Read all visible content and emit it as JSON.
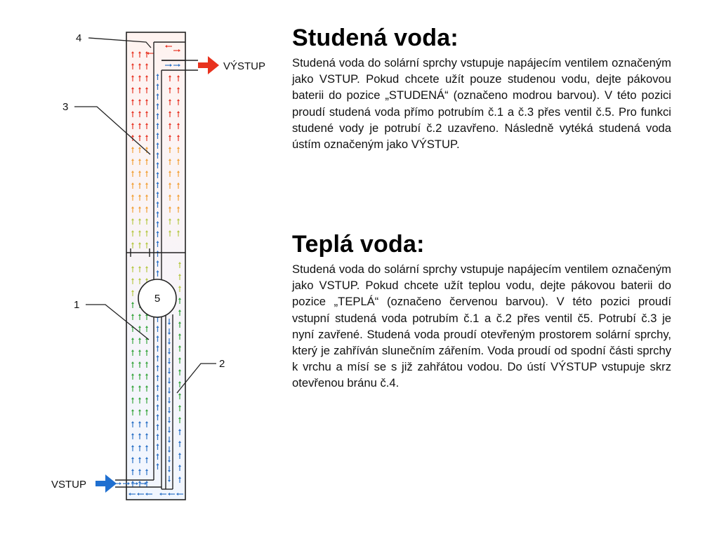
{
  "labels": {
    "vystup": "VÝSTUP",
    "vstup": "VSTUP",
    "n1": "1",
    "n2": "2",
    "n3": "3",
    "n4": "4",
    "n5": "5"
  },
  "colors": {
    "hot": "#e83a2a",
    "warm": "#f2a23a",
    "mild": "#b8c94a",
    "green": "#3aa640",
    "cold": "#2f74c8",
    "out_arrow": "#e8321e",
    "in_arrow": "#1f6fd0"
  },
  "sections": {
    "cold": {
      "title": "Studená voda:",
      "text": "Studená voda do solární sprchy vstupuje napájecím ventilem označeným jako VSTUP. Pokud chcete užít pouze studenou vodu, dejte pákovou baterii do pozice „STUDENÁ“ (označeno modrou barvou). V této pozici proudí studená voda přímo potrubím č.1 a č.3 přes ventil č.5. Pro funkci studené vody je potrubí č.2 uzavřeno. Následně vytéká studená voda ústím označeným jako VÝSTUP."
    },
    "warm": {
      "title": "Teplá voda:",
      "text": "Studená voda do solární sprchy vstupuje napájecím ventilem označeným jako VSTUP. Pokud chcete užít teplou vodu, dejte pákovou baterii do pozice „TEPLÁ“ (označeno červenou barvou). V této pozici proudí vstupní studená voda potrubím č.1 a č.2 přes ventil č5. Potrubí č.3 je nyní zavřené. Studená voda proudí otevřeným prostorem solární sprchy, který je zahříván slunečním zářením. Voda proudí od spodní části sprchy k vrchu a mísí se s již zahřátou vodou. Do ústí VÝSTUP vstupuje skrz otevřenou bránu č.4."
    }
  }
}
